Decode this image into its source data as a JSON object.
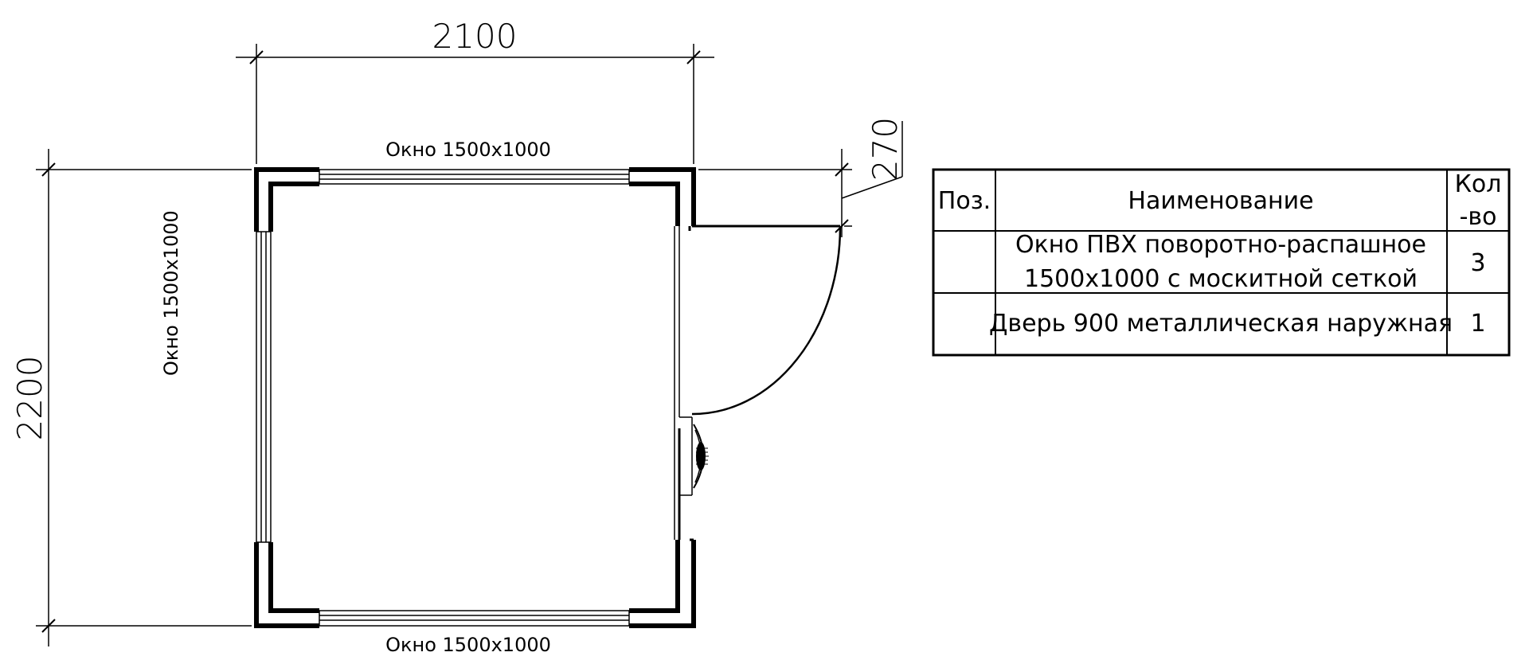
{
  "dimensions": {
    "width": "2100",
    "height": "2200",
    "door_offset": "270"
  },
  "windows": {
    "top": "Окно 1500x1000",
    "left": "Окно 1500x1000",
    "bottom": "Окно 1500x1000"
  },
  "spec_table": {
    "headers": {
      "pos": "Поз.",
      "name": "Наименование",
      "qty_line1": "Кол",
      "qty_line2": "-во"
    },
    "rows": [
      {
        "pos": "",
        "name_line1": "Окно ПВХ поворотно-распашное",
        "name_line2": "1500x1000 с москитной сеткой",
        "qty": "3"
      },
      {
        "pos": "",
        "name_line1": "Дверь 900 металлическая наружная",
        "qty": "1"
      }
    ]
  },
  "colors": {
    "line": "#000000",
    "background": "#ffffff"
  }
}
